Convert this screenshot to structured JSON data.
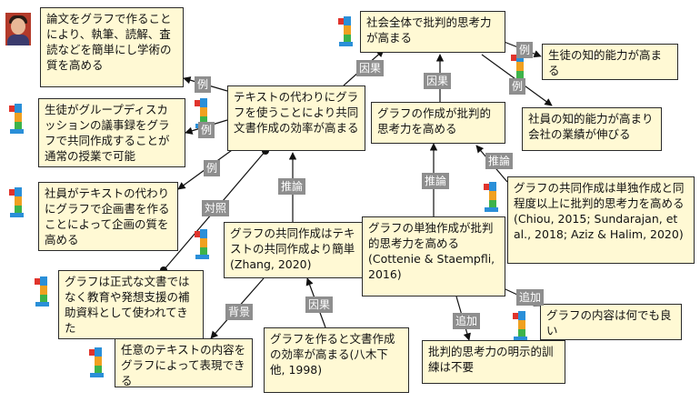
{
  "nodes": {
    "n1": "論文をグラフで作ることにより、執筆、読解、査読などを簡単にし学術の質を高める",
    "n2": "生徒がグループディスカッションの議事録をグラフで共同作成することが通常の授業で可能",
    "n3": "社員がテキストの代わりにグラフで企画書を作ることによって企画の質を高める",
    "n4": "グラフは正式な文書ではなく教育や発想支援の補助資料として使われてきた",
    "n5": "任意のテキストの内容をグラフによって表現できる",
    "n6": "グラフを作ると文書作成の効率が高まる(八木下他, 1998)",
    "n7": "グラフの共同作成はテキストの共同作成より簡単(Zhang, 2020)",
    "n8": "テキストの代わりにグラフを使うことにより共同文書作成の効率が高まる",
    "n9": "社会全体で批判的思考力が高まる",
    "n10": "生徒の知的能力が高まる",
    "n11": "グラフの作成が批判的思考力を高める",
    "n12": "社員の知的能力が高まり会社の業績が伸びる",
    "n13": "グラフの共同作成は単独作成と同程度以上に批判的思考力を高める(Chiou, 2015; Sundarajan, et al., 2018; Aziz & Halim, 2020)",
    "n14": "グラフの単独作成が批判的思考力を高める(Cottenie & Staempfli, 2016)",
    "n15": "グラフの内容は何でも良い",
    "n16": "批判的思考力の明示的訓練は不要"
  },
  "labels": {
    "l_rei_1": "例",
    "l_rei_2": "例",
    "l_rei_3": "例",
    "l_rei_4": "例",
    "l_rei_5": "例",
    "l_inga_1": "因果",
    "l_inga_2": "因果",
    "l_inga_3": "因果",
    "l_suiron_1": "推論",
    "l_suiron_2": "推論",
    "l_suiron_3": "推論",
    "l_taisho": "対照",
    "l_haikei": "背景",
    "l_tsuika_1": "追加",
    "l_tsuika_2": "追加"
  },
  "colors": {
    "node_fill": "#fff9d4",
    "node_border": "#2a2a2a",
    "label_fill": "#8e8e8e",
    "edge": "#111111",
    "icon_blue": "#2a8fd8",
    "icon_orange": "#f0a020",
    "icon_green": "#3db34a",
    "icon_red": "#e0342c"
  }
}
